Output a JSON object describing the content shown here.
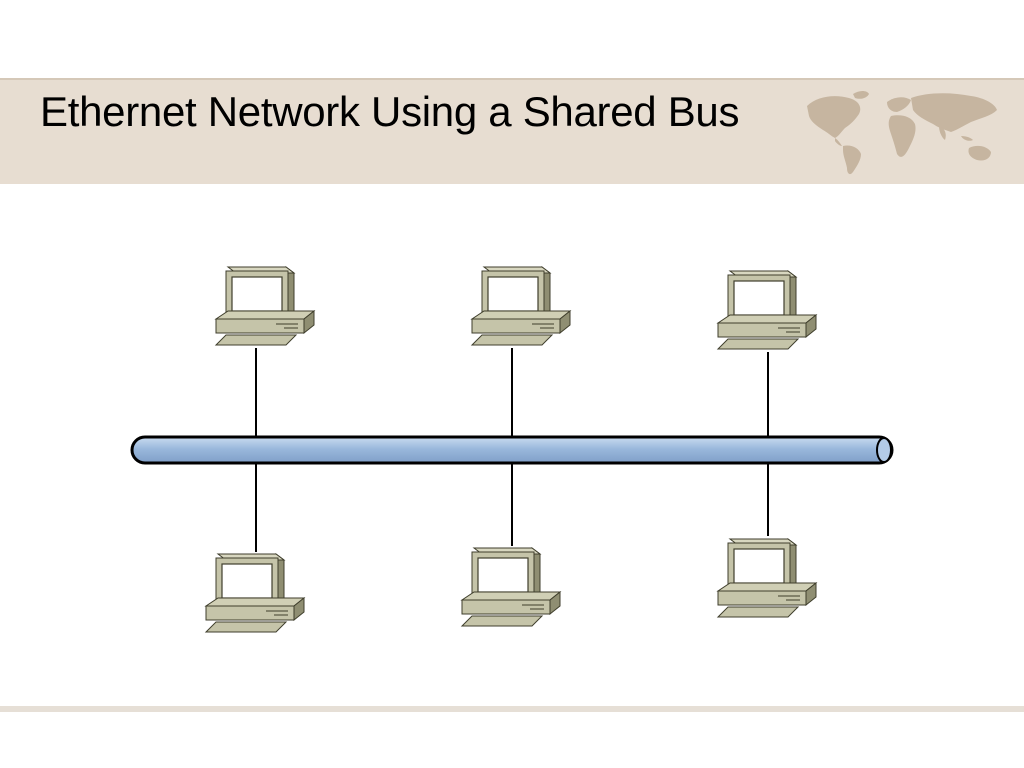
{
  "slide": {
    "title": "Ethernet Network Using a Shared Bus"
  },
  "colors": {
    "title_band": "#e7ddd1",
    "map": "#c3b19b",
    "bus_fill": "#9ab8dc",
    "computer_body": "#c5c4a9",
    "computer_shadow": "#8f8e72",
    "screen": "#ffffff"
  },
  "diagram": {
    "bus": {
      "icon": "bus-cable"
    },
    "computers": [
      {
        "id": "pc-top-left",
        "icon": "desktop-computer-icon"
      },
      {
        "id": "pc-top-center",
        "icon": "desktop-computer-icon"
      },
      {
        "id": "pc-top-right",
        "icon": "desktop-computer-icon"
      },
      {
        "id": "pc-bottom-left",
        "icon": "desktop-computer-icon"
      },
      {
        "id": "pc-bottom-center",
        "icon": "desktop-computer-icon"
      },
      {
        "id": "pc-bottom-right",
        "icon": "desktop-computer-icon"
      }
    ]
  }
}
